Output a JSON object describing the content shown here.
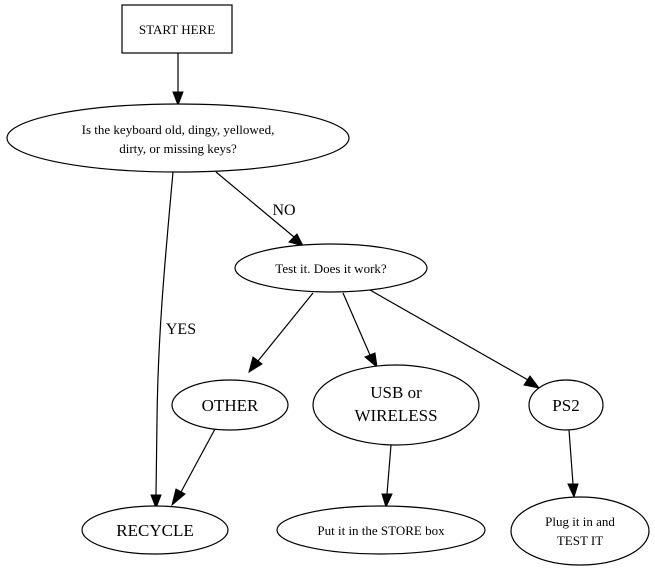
{
  "diagram": {
    "type": "flowchart",
    "nodes": {
      "start": {
        "label": "START HERE",
        "shape": "box"
      },
      "q_old": {
        "lines": [
          "Is the keyboard old, dingy, yellowed,",
          "dirty, or missing keys?"
        ],
        "shape": "ellipse"
      },
      "test": {
        "label": "Test it. Does it work?",
        "shape": "ellipse"
      },
      "other": {
        "label": "OTHER",
        "shape": "ellipse"
      },
      "usb": {
        "lines": [
          "USB or",
          "WIRELESS"
        ],
        "shape": "ellipse"
      },
      "ps2": {
        "label": "PS2",
        "shape": "ellipse"
      },
      "recycle": {
        "label": "RECYCLE",
        "shape": "ellipse"
      },
      "store": {
        "label": "Put it in the STORE box",
        "shape": "ellipse"
      },
      "plug": {
        "lines": [
          "Plug it in and",
          "TEST IT"
        ],
        "shape": "ellipse"
      }
    },
    "edges": [
      {
        "from": "start",
        "to": "q_old",
        "label": ""
      },
      {
        "from": "q_old",
        "to": "recycle",
        "label": "YES"
      },
      {
        "from": "q_old",
        "to": "test",
        "label": "NO"
      },
      {
        "from": "test",
        "to": "other",
        "label": ""
      },
      {
        "from": "test",
        "to": "usb",
        "label": ""
      },
      {
        "from": "test",
        "to": "ps2",
        "label": ""
      },
      {
        "from": "other",
        "to": "recycle",
        "label": ""
      },
      {
        "from": "usb",
        "to": "store",
        "label": ""
      },
      {
        "from": "ps2",
        "to": "plug",
        "label": ""
      }
    ],
    "edge_labels": {
      "yes": "YES",
      "no": "NO"
    }
  }
}
